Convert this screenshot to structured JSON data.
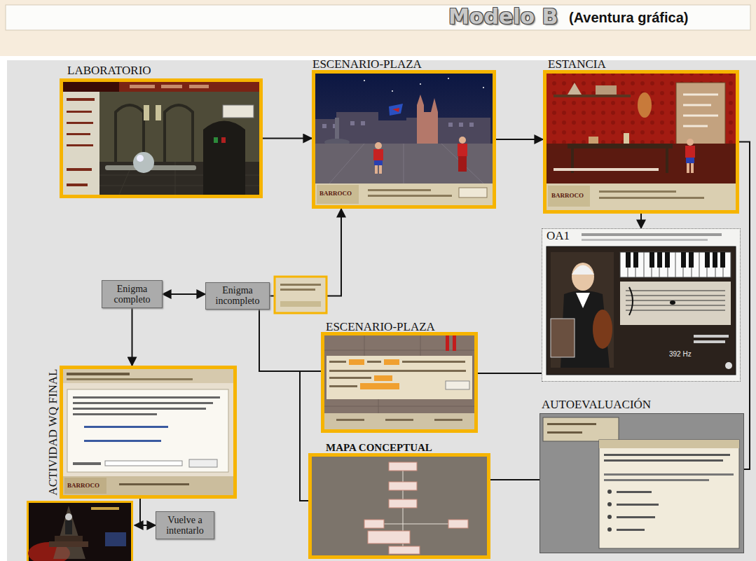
{
  "diagram": {
    "title": "Modelo B",
    "nodes": [
      {
        "text": [
          "LABORATORIO"
        ]
      },
      {
        "text": [
          "ESCENARIO-PLAZA"
        ]
      },
      {
        "text": [
          "ESTANCIA"
        ]
      },
      {
        "text": [
          "OA1"
        ]
      },
      {
        "text": [
          "Enigma completo"
        ]
      },
      {
        "text": [
          "Enigma incompleto"
        ]
      },
      {
        "text": [
          "ESCENARIO-PLAZA"
        ]
      },
      {
        "text": [
          "MAPA CONCEPTUAL"
        ]
      },
      {
        "text": [
          "AUTOEVALUACIÓN"
        ]
      },
      {
        "text": [
          "ACTIVIDAD WQ FINAL"
        ]
      },
      {
        "text": [
          "Vuelve a intentarlo"
        ]
      }
    ],
    "edges": [
      {
        "from": 0,
        "to": 1,
        "arrow": "to"
      },
      {
        "from": 1,
        "to": 2,
        "arrow": "to"
      },
      {
        "from": 2,
        "to": 3,
        "arrow": "to"
      },
      {
        "from": 5,
        "to": 1,
        "arrow": "to"
      },
      {
        "from": 4,
        "to": 5,
        "arrow": "both"
      },
      {
        "from": 4,
        "to": 9,
        "arrow": "to"
      },
      {
        "from": 9,
        "to": 10,
        "arrow": "to"
      },
      {
        "from": 2,
        "to": 8,
        "arrow": "none"
      },
      {
        "from": 5,
        "to": 6,
        "arrow": "none"
      },
      {
        "from": 5,
        "to": 7,
        "arrow": "none"
      },
      {
        "from": 7,
        "to": 8,
        "arrow": "none"
      },
      {
        "from": 6,
        "to": 3,
        "arrow": "none"
      }
    ],
    "labels": [
      "(Aventura gráfica)",
      "BARROCO",
      "BARROCO",
      "392 Hz",
      "BARROCO"
    ]
  }
}
